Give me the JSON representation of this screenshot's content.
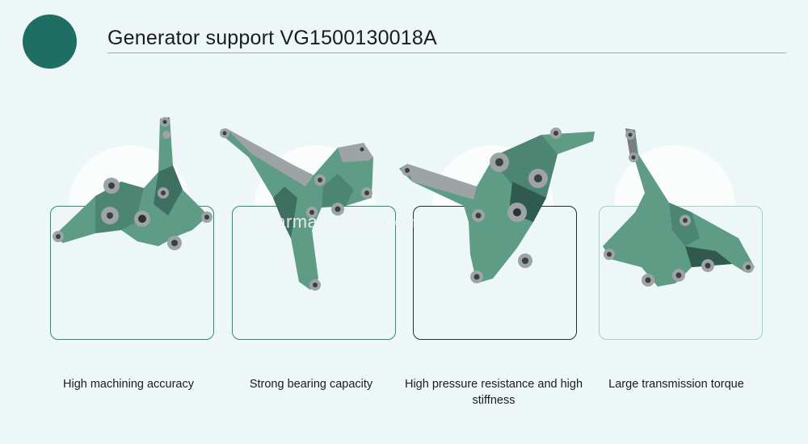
{
  "header": {
    "title": "Generator support VG1500130018A"
  },
  "watermark": "carman-motor.com",
  "features": [
    {
      "caption": "High machining accuracy",
      "icon": "generator-bracket-photo-1"
    },
    {
      "caption": "Strong bearing capacity",
      "icon": "generator-bracket-photo-2"
    },
    {
      "caption": "High pressure resistance and high stiffness",
      "icon": "generator-bracket-photo-3"
    },
    {
      "caption": "Large transmission torque",
      "icon": "generator-bracket-photo-4"
    }
  ],
  "colors": {
    "accent": "#1f6e64",
    "part_green": "#5f9c86",
    "part_shadow": "#3f6f60",
    "machined_metal": "#9ea3a5",
    "card_border": "#2f8a7b"
  }
}
